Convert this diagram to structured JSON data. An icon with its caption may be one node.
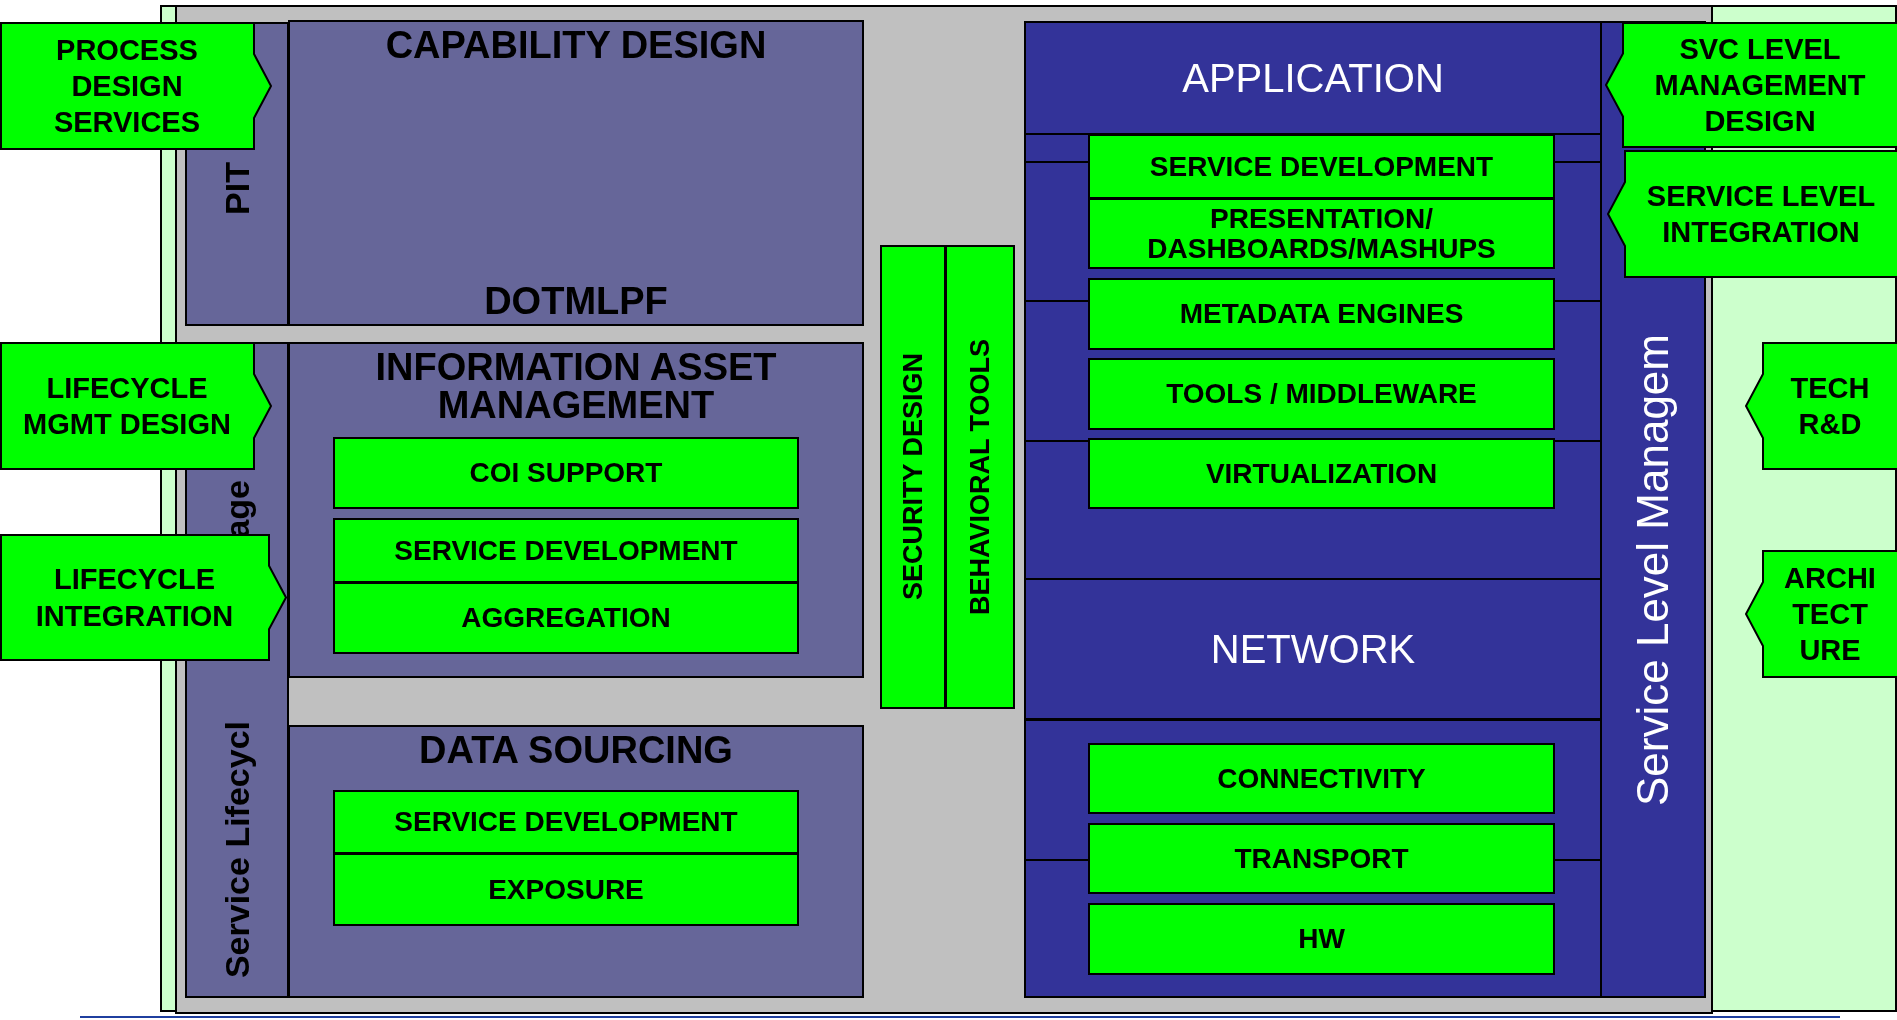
{
  "diagram": {
    "nodes": [
      {
        "text": [
          "PROCESS DESIGN SERVICES"
        ]
      },
      {
        "text": [
          "PIT"
        ]
      },
      {
        "text": [
          "CAPABILITY DESIGN",
          "DOTMLPF"
        ]
      },
      {
        "text": [
          "APPLICATION"
        ]
      },
      {
        "text": [
          "SVC LEVEL MANAGEMENT DESIGN"
        ]
      },
      {
        "text": [
          "SERVICE LEVEL INTEGRATION"
        ]
      },
      {
        "text": [
          "SERVICE DEVELOPMENT"
        ]
      },
      {
        "text": [
          "PRESENTATION/ DASHBOARDS/MASHUPS"
        ]
      },
      {
        "text": [
          "Service Level Managem"
        ]
      },
      {
        "text": [
          "METADATA ENGINES"
        ]
      },
      {
        "text": [
          "LIFECYCLE MGMT DESIGN"
        ]
      },
      {
        "text": [
          "age",
          "Service Lifecycl"
        ]
      },
      {
        "text": [
          "INFORMATION ASSET MANAGEMENT"
        ]
      },
      {
        "text": [
          "TOOLS / MIDDLEWARE"
        ]
      },
      {
        "text": [
          "TECH R&D"
        ]
      },
      {
        "text": [
          "VIRTUALIZATION"
        ]
      },
      {
        "text": [
          "COI SUPPORT"
        ],
        "in": 12
      },
      {
        "text": [
          "SECURITY DESIGN"
        ]
      },
      {
        "text": [
          "BEHAVIORAL TOOLS"
        ]
      },
      {
        "text": [
          "SERVICE DEVELOPMENT"
        ],
        "in": 12
      },
      {
        "text": [
          "LIFECYCLE INTEGRATION"
        ]
      },
      {
        "text": [
          "AGGREGATION"
        ],
        "in": 12
      },
      {
        "text": [
          "NETWORK"
        ]
      },
      {
        "text": [
          "ARCHI TECT URE"
        ]
      },
      {
        "text": [
          "DATA SOURCING"
        ]
      },
      {
        "text": [
          "SERVICE DEVELOPMENT"
        ],
        "in": 24
      },
      {
        "text": [
          "EXPOSURE"
        ],
        "in": 24
      },
      {
        "text": [
          "CONNECTIVITY"
        ]
      },
      {
        "text": [
          "TRANSPORT"
        ]
      },
      {
        "text": [
          "HW"
        ]
      }
    ]
  }
}
